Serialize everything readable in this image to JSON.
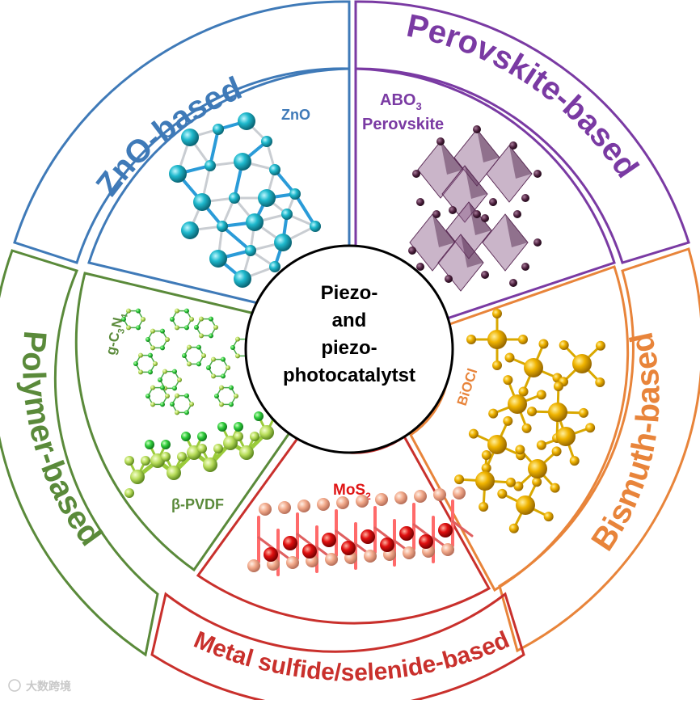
{
  "center": {
    "lines": [
      "Piezo-",
      "and",
      "piezo-",
      "photocatalytst"
    ]
  },
  "sectors": [
    {
      "id": "zno",
      "outer_label": "ZnO-based",
      "inner_label": "ZnO",
      "color": "#3f7ab8"
    },
    {
      "id": "perovskite",
      "outer_label": "Perovskite-based",
      "inner_label_main": "ABO",
      "inner_label_sub": "3",
      "inner_label_line2": "Perovskite",
      "color": "#7a3aa3"
    },
    {
      "id": "bismuth",
      "outer_label": "Bismuth-based",
      "inner_label": "BiOCl",
      "color": "#e8843a"
    },
    {
      "id": "metal-sulfide",
      "outer_label": "Metal sulfide/selenide-based",
      "inner_label_main": "MoS",
      "inner_label_sub": "2",
      "color": "#c9302c"
    },
    {
      "id": "polymer",
      "outer_label": "Polymer-based",
      "inner_label_1_parts": [
        "g-C",
        "3",
        "N",
        "4"
      ],
      "inner_label_2": "β-PVDF",
      "color": "#5a8a3a"
    }
  ],
  "watermark": "大数跨境"
}
